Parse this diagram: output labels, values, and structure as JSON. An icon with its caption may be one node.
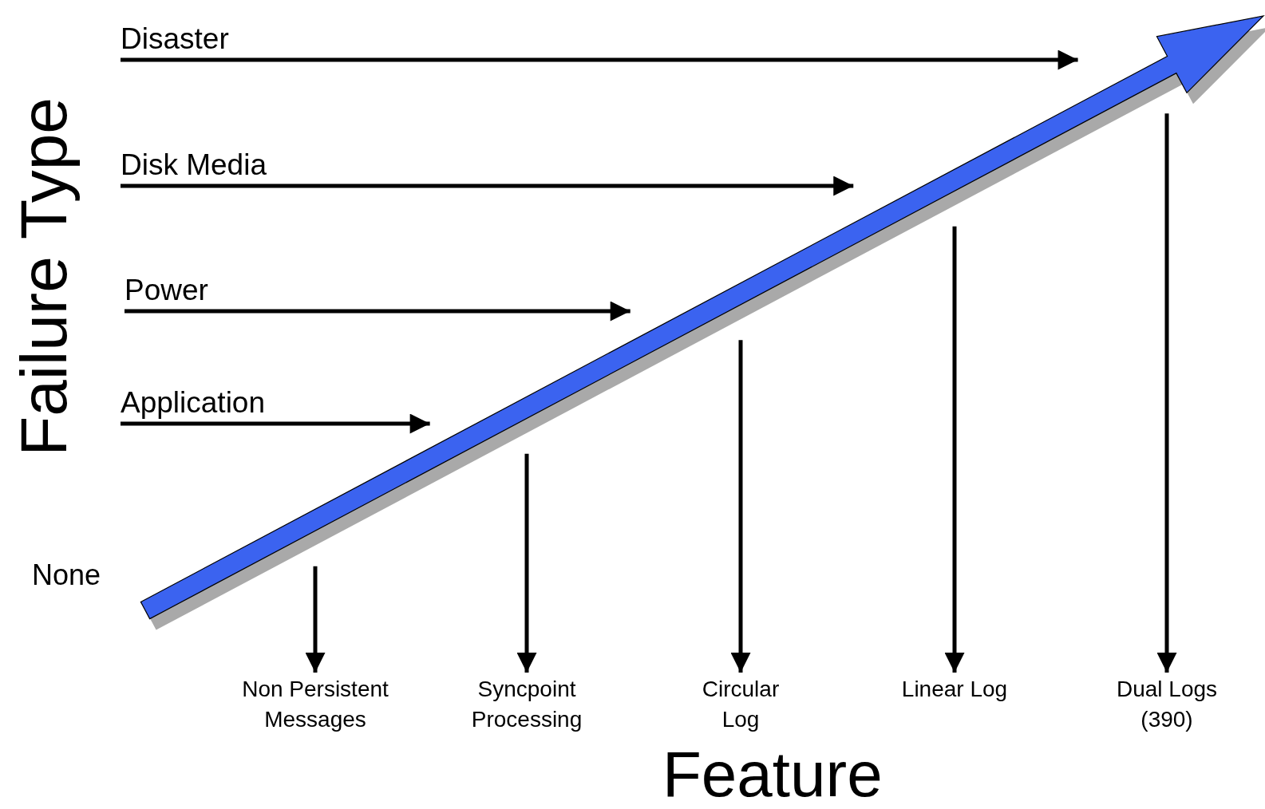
{
  "diagram": {
    "nodes": [
      {
        "text": [
          "Disaster"
        ]
      },
      {
        "text": [
          "Disk Media"
        ]
      },
      {
        "text": [
          "Power"
        ]
      },
      {
        "text": [
          "Application"
        ]
      },
      {
        "text": [],
        "shape": "arrow"
      },
      {
        "text": [
          "Non Persistent Messages"
        ]
      },
      {
        "text": [
          "Syncpoint Processing"
        ]
      },
      {
        "text": [
          "Circular Log"
        ]
      },
      {
        "text": [
          "Linear Log"
        ]
      },
      {
        "text": [
          "Dual Logs (390)"
        ]
      }
    ],
    "edges": [
      {
        "from": 0,
        "to": 4,
        "arrow": "to"
      },
      {
        "from": 1,
        "to": 4,
        "arrow": "to"
      },
      {
        "from": 2,
        "to": 4,
        "arrow": "to"
      },
      {
        "from": 3,
        "to": 4,
        "arrow": "to"
      },
      {
        "from": 4,
        "to": 5,
        "arrow": "to"
      },
      {
        "from": 4,
        "to": 6,
        "arrow": "to"
      },
      {
        "from": 4,
        "to": 7,
        "arrow": "to"
      },
      {
        "from": 4,
        "to": 8,
        "arrow": "to"
      },
      {
        "from": 4,
        "to": 9,
        "arrow": "to"
      }
    ],
    "labels": [
      "Failure Type",
      "None",
      "Feature"
    ]
  }
}
